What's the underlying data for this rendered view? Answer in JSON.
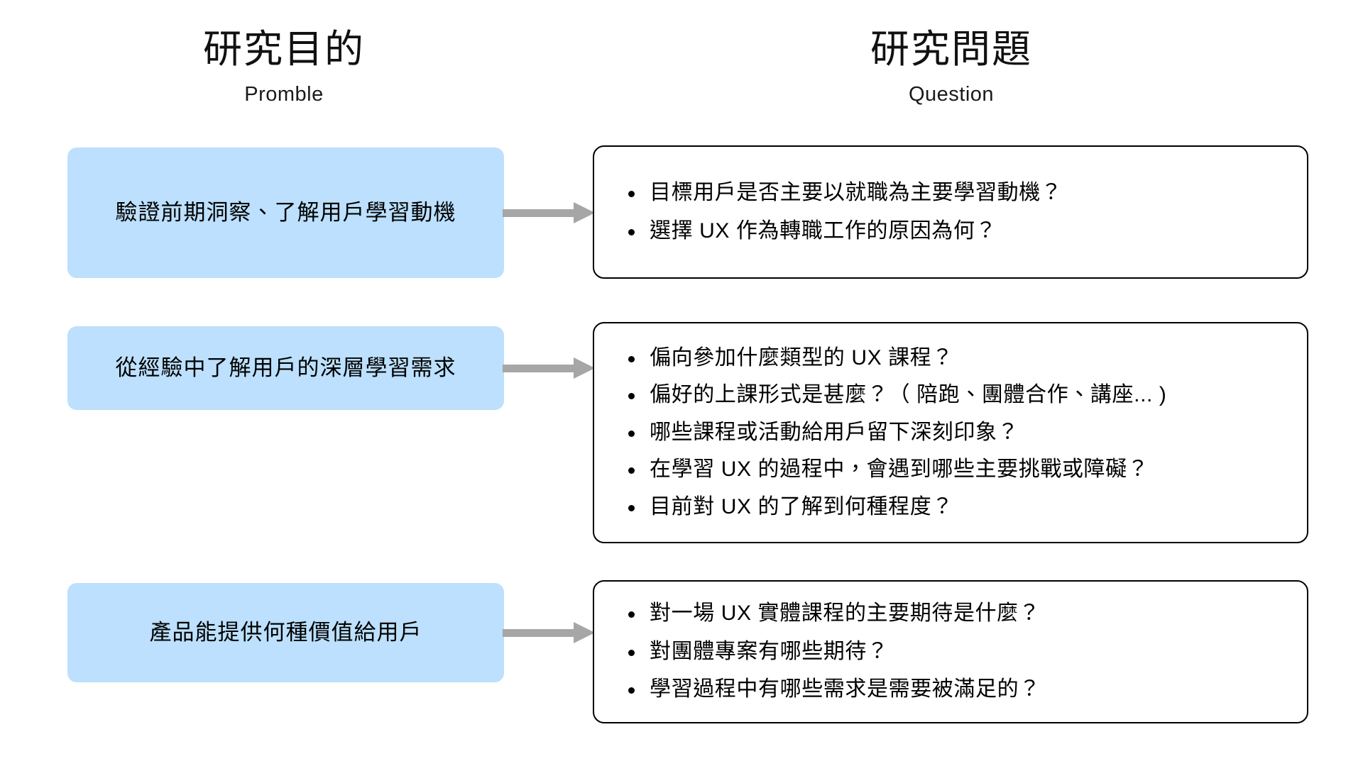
{
  "columns": {
    "problem": {
      "title": "研究目的",
      "subtitle": "Promble"
    },
    "question": {
      "title": "研究問題",
      "subtitle": "Question"
    }
  },
  "colors": {
    "purpose_box_fill": "#BCE0FD",
    "question_box_border": "#000000",
    "arrow": "#A6A6A6",
    "page_background": "#FFFFFF",
    "text": "#000000"
  },
  "rows": [
    {
      "purpose": "驗證前期洞察、了解用戶學習動機",
      "questions": [
        "目標用戶是否主要以就職為主要學習動機？",
        "選擇 UX 作為轉職工作的原因為何？"
      ]
    },
    {
      "purpose": "從經驗中了解用戶的深層學習需求",
      "questions": [
        "偏向參加什麼類型的 UX 課程？",
        "偏好的上課形式是甚麼？（ 陪跑、團體合作、講座... )",
        "哪些課程或活動給用戶留下深刻印象？",
        "在學習 UX 的過程中，會遇到哪些主要挑戰或障礙？",
        "目前對 UX 的了解到何種程度？"
      ]
    },
    {
      "purpose": "產品能提供何種價值給用戶",
      "questions": [
        "對一場 UX 實體課程的主要期待是什麼？",
        "對團體專案有哪些期待？",
        "學習過程中有哪些需求是需要被滿足的？"
      ]
    }
  ]
}
